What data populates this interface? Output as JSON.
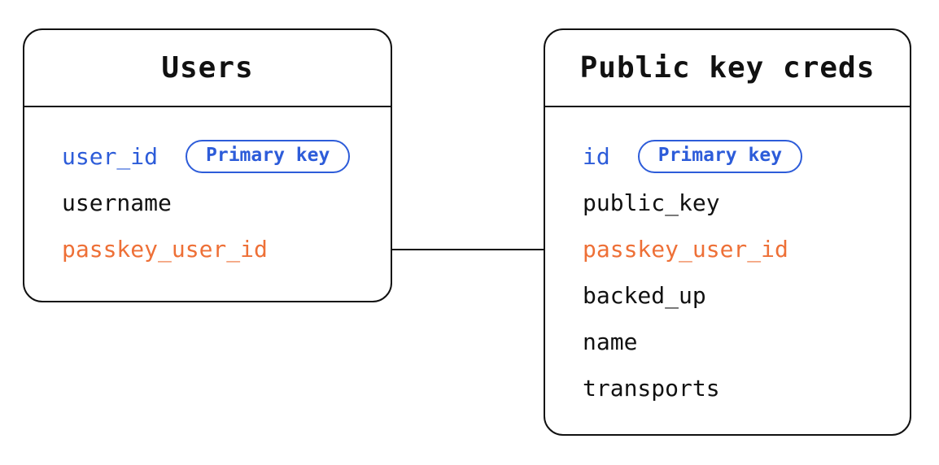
{
  "colors": {
    "primary_blue": "#2d5cd9",
    "foreign_key_orange": "#ee7037",
    "text_black": "#111111",
    "border_black": "#111111",
    "background": "#ffffff"
  },
  "tables": [
    {
      "title": "Users",
      "fields": [
        {
          "name": "user_id",
          "color": "blue",
          "badge": "Primary key"
        },
        {
          "name": "username",
          "color": "black"
        },
        {
          "name": "passkey_user_id",
          "color": "orange"
        }
      ]
    },
    {
      "title": "Public key creds",
      "fields": [
        {
          "name": "id",
          "color": "blue",
          "badge": "Primary key"
        },
        {
          "name": "public_key",
          "color": "black"
        },
        {
          "name": "passkey_user_id",
          "color": "orange"
        },
        {
          "name": "backed_up",
          "color": "black"
        },
        {
          "name": "name",
          "color": "black"
        },
        {
          "name": "transports",
          "color": "black"
        }
      ]
    }
  ],
  "relationship": {
    "from_table": "Users",
    "from_field": "passkey_user_id",
    "to_table": "Public key creds",
    "to_field": "passkey_user_id"
  }
}
